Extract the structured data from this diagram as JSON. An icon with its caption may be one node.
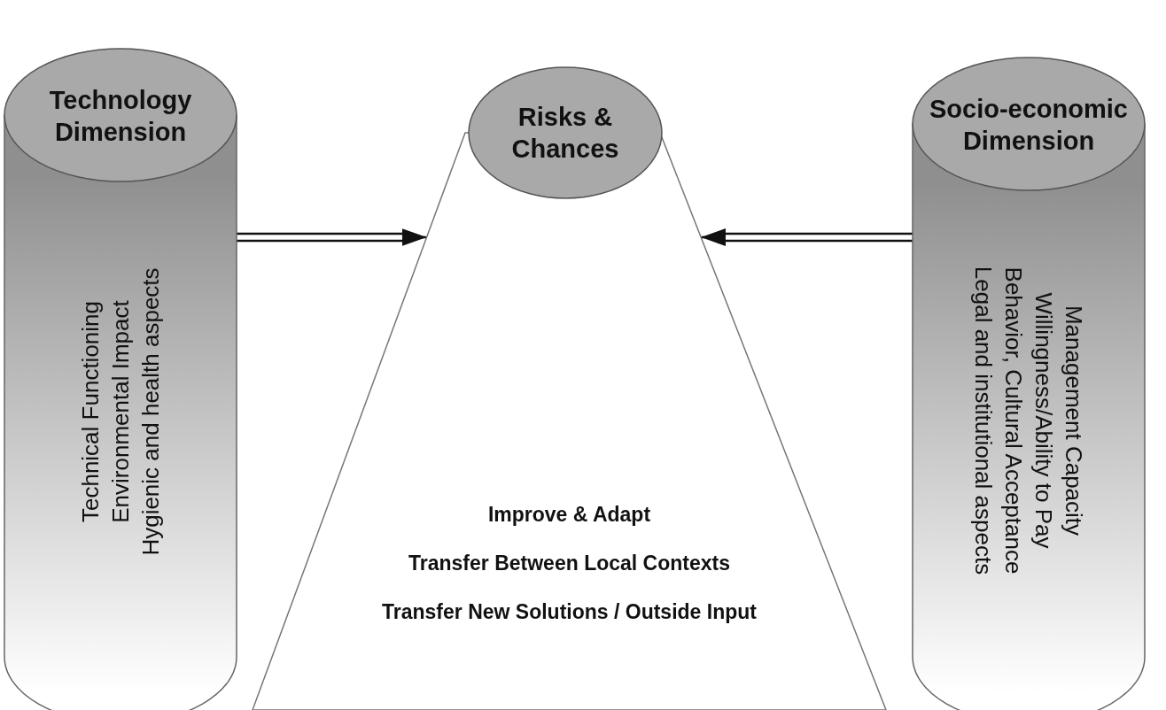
{
  "diagram": {
    "nodes": [
      {
        "text": [
          "Technology Dimension",
          "Technical Functioning",
          "Environmental Impact",
          "Hygienic and health aspects"
        ]
      },
      {
        "text": [
          "Risks & Chances"
        ]
      },
      {
        "text": [
          "Improve & Adapt",
          "Transfer Between Local Contexts",
          "Transfer New Solutions / Outside Input"
        ]
      },
      {
        "text": [
          "Socio-economic Dimension",
          "Management Capacity",
          "Willingness/Ability to Pay",
          "Behavior, Cultural Acceptance",
          "Legal and institutional aspects"
        ]
      }
    ],
    "edges": [
      {
        "from": 0,
        "to": 2,
        "arrow": "to"
      },
      {
        "from": 3,
        "to": 2,
        "arrow": "to"
      }
    ]
  }
}
